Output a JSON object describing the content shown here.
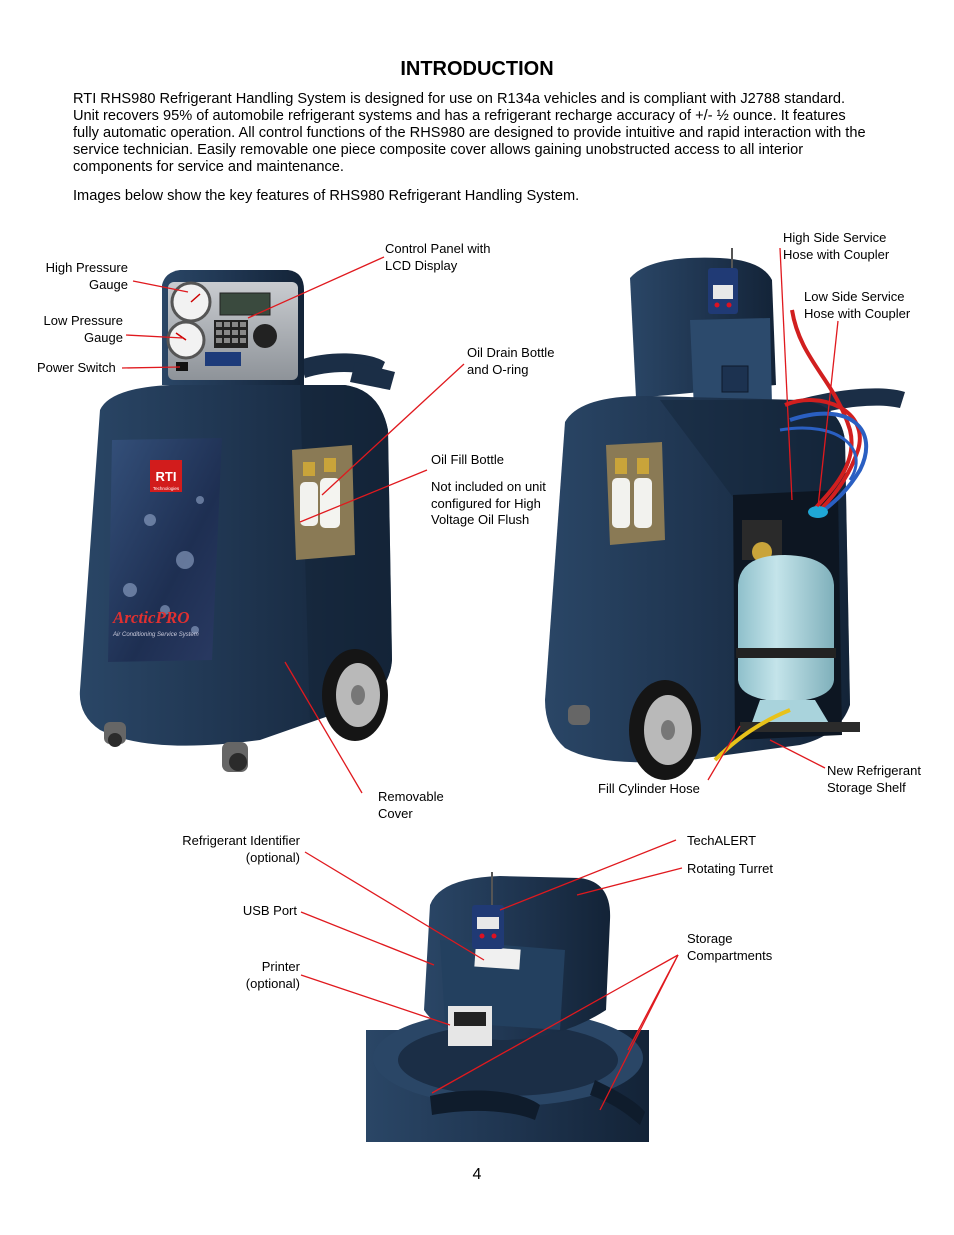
{
  "heading": "INTRODUCTION",
  "paragraphs": [
    "RTI RHS980 Refrigerant Handling System is designed for use on R134a vehicles and is compliant with J2788 standard.  Unit recovers 95% of automobile refrigerant systems and has a refrigerant recharge accuracy of +/- ½ ounce.   It features fully automatic operation.  All control functions of the RHS980 are designed to provide intuitive and rapid interaction with the service technician.  Easily removable one piece composite cover allows gaining unobstructed access to all interior components for service and maintenance.",
    "Images below show the key features of RHS980 Refrigerant Handling System."
  ],
  "labels": {
    "high_pressure_gauge": "High Pressure\nGauge",
    "low_pressure_gauge": "Low Pressure\nGauge",
    "power_switch": "Power Switch",
    "control_panel": "Control Panel with\nLCD Display",
    "oil_drain_bottle": "Oil Drain Bottle\nand O-ring",
    "oil_fill_bottle": "Oil Fill Bottle",
    "oil_fill_note": "Not included on unit\nconfigured for High\nVoltage Oil Flush",
    "removable_cover": "Removable\nCover",
    "high_side_hose": "High Side Service\nHose with Coupler",
    "low_side_hose": "Low Side Service\nHose with Coupler",
    "fill_cylinder_hose": "Fill Cylinder Hose",
    "storage_shelf": "New Refrigerant\nStorage Shelf",
    "refrigerant_identifier": "Refrigerant Identifier\n(optional)",
    "usb_port": "USB Port",
    "printer": "Printer\n(optional)",
    "techalert": "TechALERT",
    "rotating_turret": "Rotating Turret",
    "storage_compartments": "Storage\nCompartments"
  },
  "unit_branding": {
    "logo": "RTI",
    "logo_sub": "Technologies",
    "product": "ArcticPRO",
    "product_sub": "Air Conditioning Service System"
  },
  "page_number": "4",
  "colors": {
    "callout_line": "#e0191e",
    "unit_body": "#1f3550",
    "unit_shadow": "#0f1c2c",
    "tank": "#a9d3dc"
  }
}
